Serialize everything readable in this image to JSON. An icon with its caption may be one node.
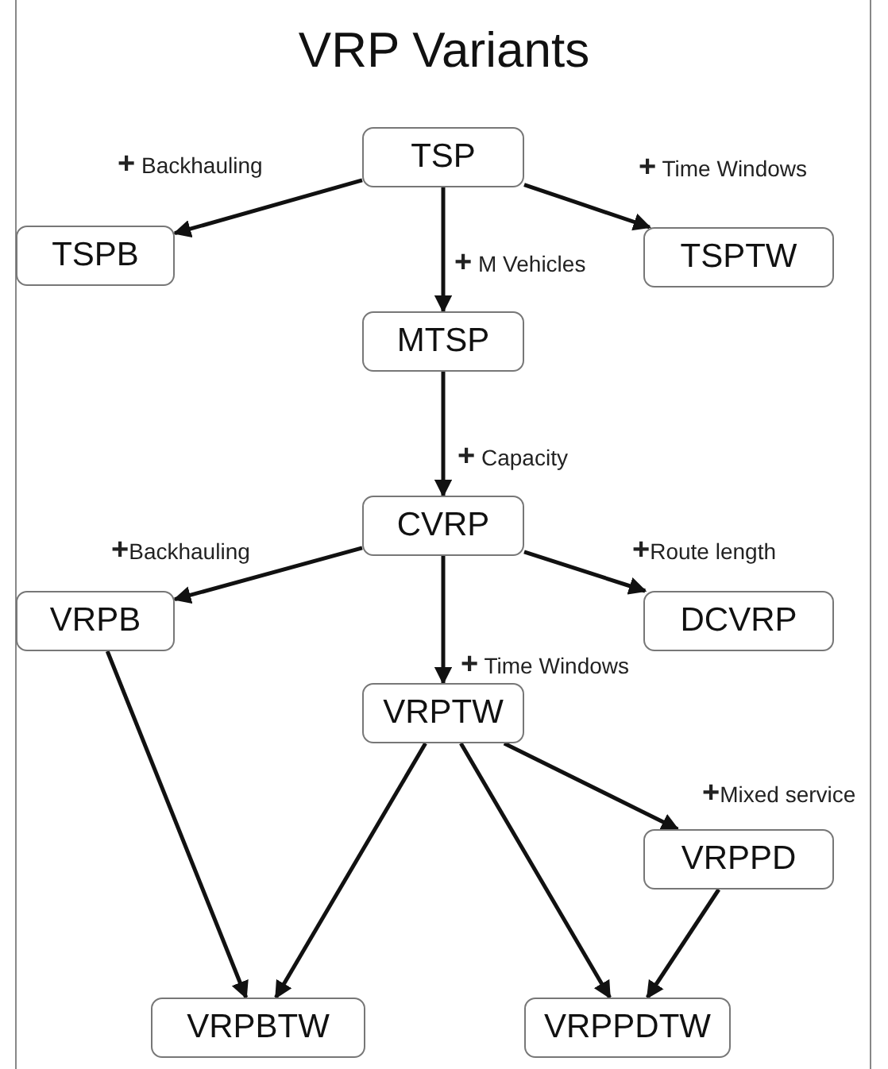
{
  "diagram": {
    "title": "VRP Variants",
    "nodes": [
      {
        "text": [
          "TSP"
        ]
      },
      {
        "text": [
          "TSPB"
        ]
      },
      {
        "text": [
          "TSPTW"
        ]
      },
      {
        "text": [
          "MTSP"
        ]
      },
      {
        "text": [
          "CVRP"
        ]
      },
      {
        "text": [
          "VRPB"
        ]
      },
      {
        "text": [
          "DCVRP"
        ]
      },
      {
        "text": [
          "VRPTW"
        ]
      },
      {
        "text": [
          "VRPPD"
        ]
      },
      {
        "text": [
          "VRPBTW"
        ]
      },
      {
        "text": [
          "VRPPDTW"
        ]
      }
    ],
    "edges": [
      {
        "from": 0,
        "to": 1,
        "arrow": "to",
        "label": "**+** Backhauling"
      },
      {
        "from": 0,
        "to": 2,
        "arrow": "to",
        "label": "**+** Time Windows"
      },
      {
        "from": 0,
        "to": 3,
        "arrow": "to",
        "label": "**+** M Vehicles"
      },
      {
        "from": 3,
        "to": 4,
        "arrow": "to",
        "label": "**+** Capacity"
      },
      {
        "from": 4,
        "to": 5,
        "arrow": "to",
        "label": "**+**Backhauling"
      },
      {
        "from": 4,
        "to": 6,
        "arrow": "to",
        "label": "**+**Route length"
      },
      {
        "from": 4,
        "to": 7,
        "arrow": "to",
        "label": "**+** Time Windows"
      },
      {
        "from": 7,
        "to": 8,
        "arrow": "to",
        "label": "**+**Mixed service"
      },
      {
        "from": 5,
        "to": 9,
        "arrow": "to"
      },
      {
        "from": 7,
        "to": 9,
        "arrow": "to"
      },
      {
        "from": 7,
        "to": 10,
        "arrow": "to"
      },
      {
        "from": 8,
        "to": 10,
        "arrow": "to"
      }
    ]
  }
}
